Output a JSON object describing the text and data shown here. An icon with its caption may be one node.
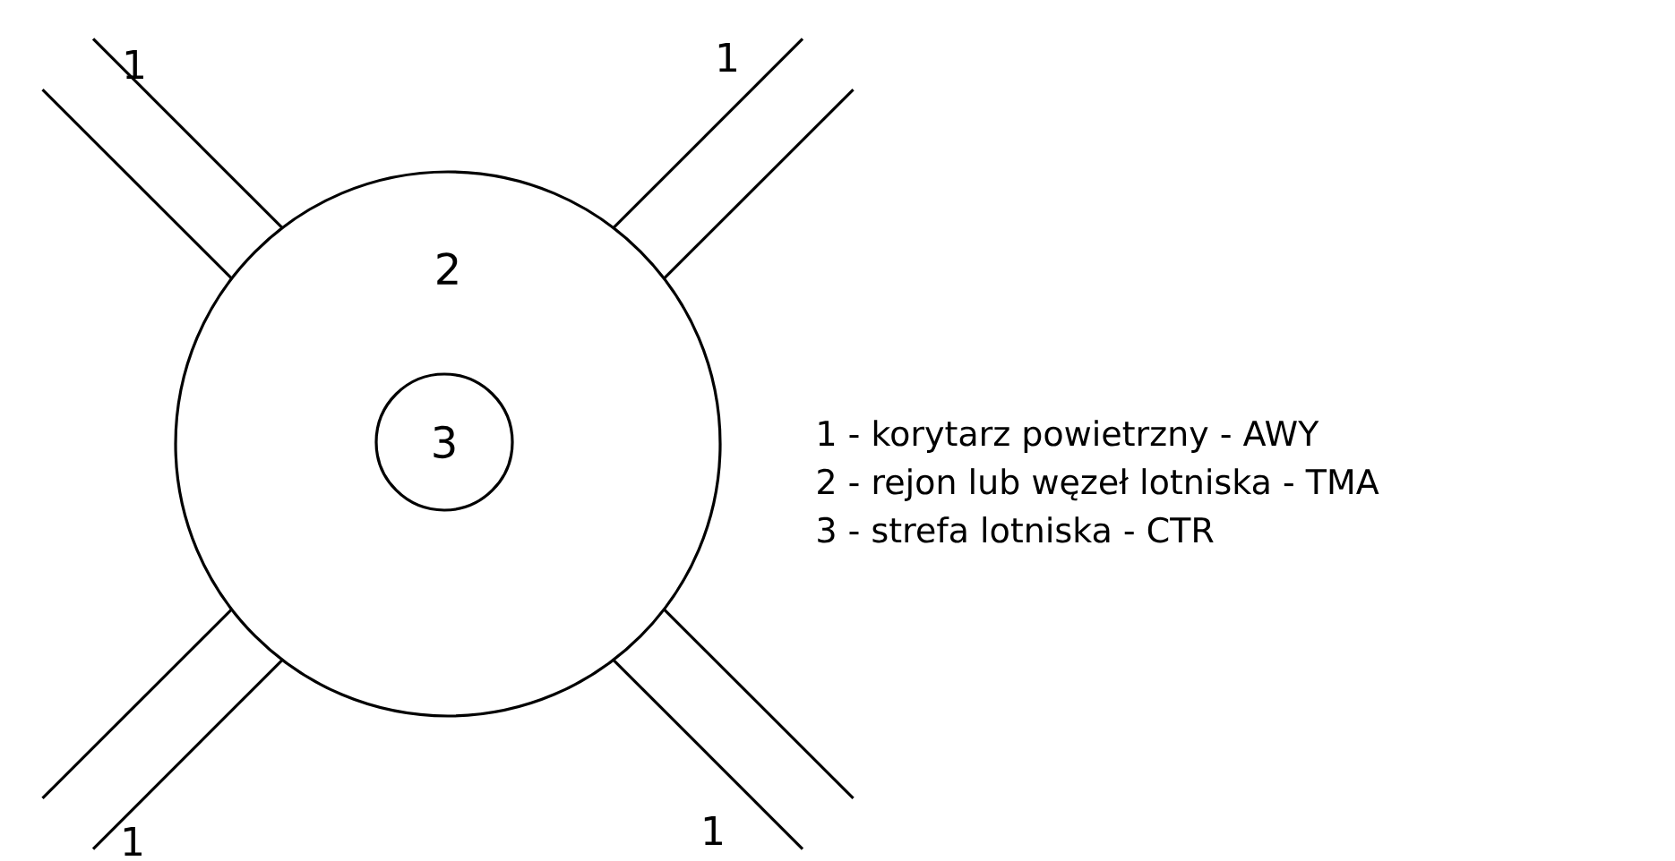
{
  "diagram": {
    "nodes": [
      {
        "text": [
          "1"
        ]
      },
      {
        "text": [
          "1"
        ]
      },
      {
        "text": [
          "2"
        ]
      },
      {
        "text": [
          "3"
        ],
        "in": 2
      },
      {
        "text": [
          "1"
        ]
      },
      {
        "text": [
          "1"
        ]
      }
    ],
    "labels": [
      "1 - korytarz powietrzny - AWY",
      "2 - rejon lub węzeł lotniska - TMA",
      "3 - strefa lotniska - CTR"
    ]
  }
}
